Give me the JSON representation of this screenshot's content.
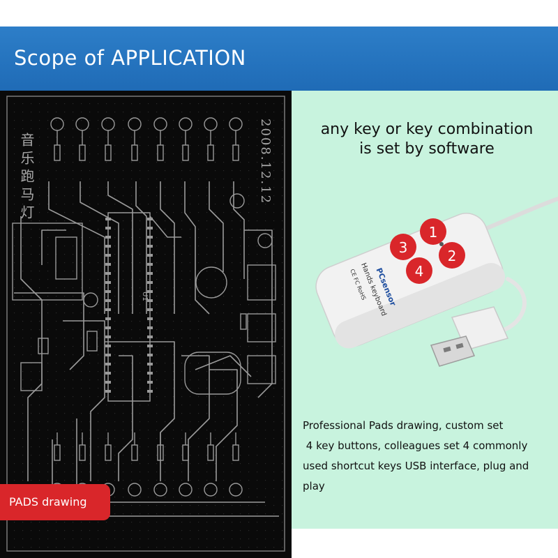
{
  "banner": {
    "title": "Scope of APPLICATION"
  },
  "pcb": {
    "vertical_text": "音乐跑马灯",
    "date_text": "2008.12.12",
    "chip_label": "U1"
  },
  "device": {
    "brand": "PCsensor",
    "model": "Hands keyboard",
    "cert": "CE FC RoHS",
    "keys": [
      "1",
      "2",
      "3",
      "4"
    ]
  },
  "heading": {
    "line1": "any key or key combination",
    "line2": "is set by software"
  },
  "description": {
    "line1": "Professional Pads drawing, custom set",
    "line2": " 4 key buttons, colleagues set 4 commonly",
    "line3": "used shortcut keys USB interface, plug and",
    "line4": "play"
  },
  "badge": {
    "label": "PADS drawing"
  },
  "colors": {
    "banner": "#1f6bb6",
    "pcb_bg": "#0a0a0a",
    "pcb_trace": "#9a9a9a",
    "right_bg": "#c8f3de",
    "badge": "#d9262a",
    "key_red": "#d9262a"
  }
}
